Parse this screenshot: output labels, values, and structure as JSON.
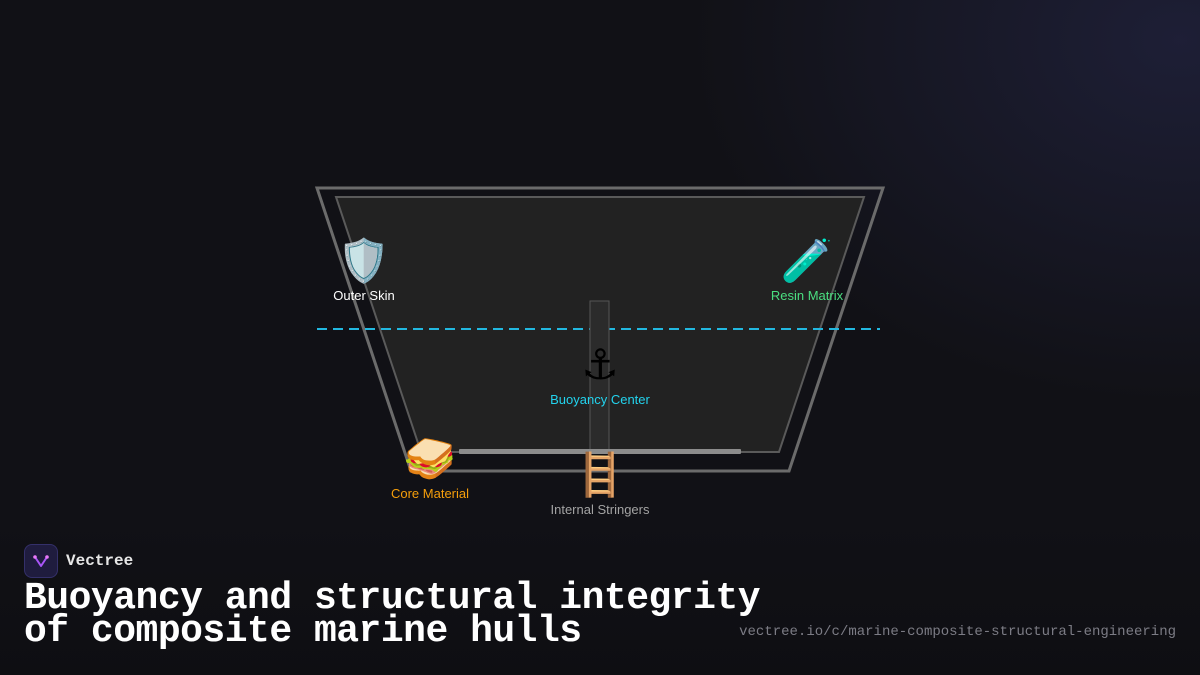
{
  "diagram": {
    "nodes": [
      {
        "id": "outer-skin",
        "emoji": "🛡️",
        "label": "Outer Skin",
        "color": "#ffffff"
      },
      {
        "id": "resin-matrix",
        "emoji": "🧪",
        "label": "Resin Matrix",
        "color": "#4ade80"
      },
      {
        "id": "buoyancy-center",
        "emoji": "⚓",
        "label": "Buoyancy Center",
        "color": "#22d3ee"
      },
      {
        "id": "core-material",
        "emoji": "🥪",
        "label": "Core Material",
        "color": "#f59e0b"
      },
      {
        "id": "internal-stringers",
        "emoji": "🪜",
        "label": "Internal Stringers",
        "color": "#a3a3a3"
      }
    ],
    "colors": {
      "hull_outline": "#6b6b6b",
      "hull_fill": "#222222",
      "waterline": "#22b8e0"
    }
  },
  "brand": {
    "name": "Vectree"
  },
  "title": {
    "line1": "Buoyancy and structural integrity",
    "line2": "of composite marine hulls"
  },
  "url": "vectree.io/c/marine-composite-structural-engineering"
}
